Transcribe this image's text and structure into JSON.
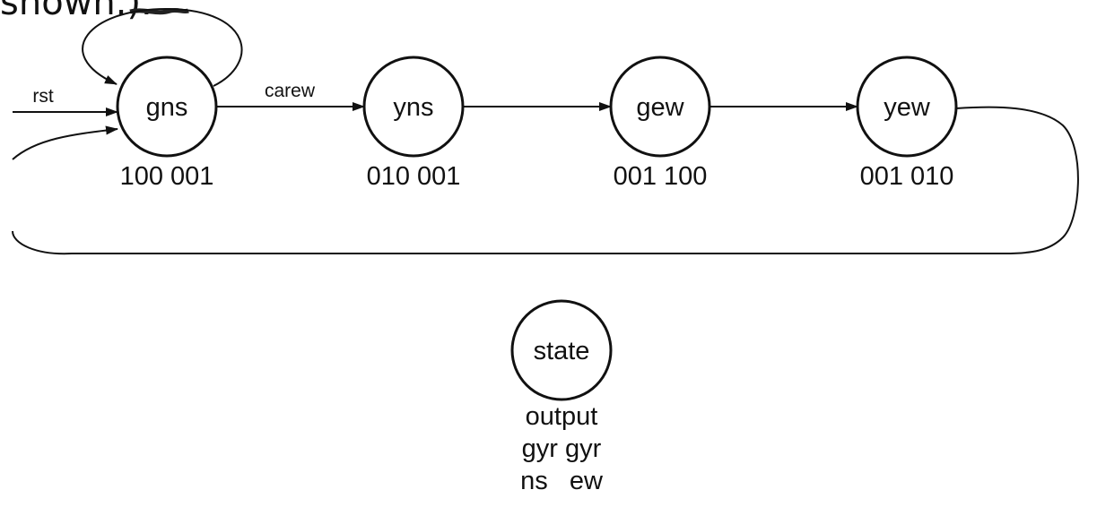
{
  "header": {
    "cropped_text": "shown.)."
  },
  "diagram": {
    "states": [
      {
        "id": "gns",
        "label": "gns",
        "output": "100 001"
      },
      {
        "id": "yns",
        "label": "yns",
        "output": "010 001"
      },
      {
        "id": "gew",
        "label": "gew",
        "output": "001 100"
      },
      {
        "id": "yew",
        "label": "yew",
        "output": "001 010"
      }
    ],
    "transitions": [
      {
        "from": "rst",
        "to": "gns",
        "label": "rst"
      },
      {
        "from": "gns",
        "to": "gns",
        "label": ""
      },
      {
        "from": "gns",
        "to": "yns",
        "label": "carew"
      },
      {
        "from": "yns",
        "to": "gew",
        "label": ""
      },
      {
        "from": "gew",
        "to": "yew",
        "label": ""
      },
      {
        "from": "yew",
        "to": "gns",
        "label": ""
      }
    ],
    "legend": {
      "state_label": "state",
      "lines": [
        "output",
        "gyr gyr",
        "ns   ew"
      ]
    }
  }
}
